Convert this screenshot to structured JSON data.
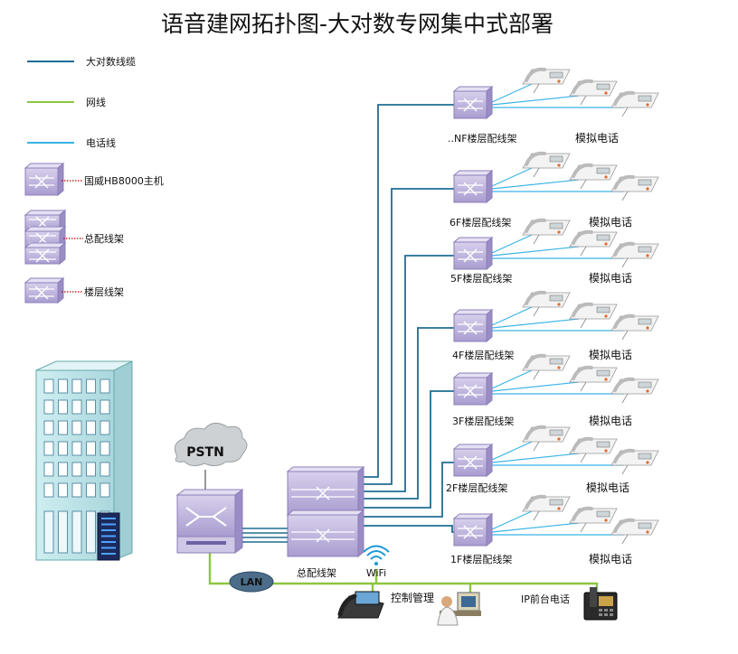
{
  "title": "语音建网拓扑图-大对数专网集中式部署",
  "legend": [
    {
      "kind": "line",
      "label": "大对数线缆",
      "color": "#1f6d93"
    },
    {
      "kind": "line",
      "label": "网线",
      "color": "#8cc63f"
    },
    {
      "kind": "line",
      "label": "电话线",
      "color": "#39b4e6"
    },
    {
      "kind": "device",
      "label": "国威HB8000主机"
    },
    {
      "kind": "device",
      "label": "总配线架"
    },
    {
      "kind": "device",
      "label": "楼层线架"
    }
  ],
  "floors": [
    {
      "frame_label": "..NF楼层配线架",
      "phone_label": "模拟电话"
    },
    {
      "frame_label": "6F楼层配线架",
      "phone_label": "模拟电话"
    },
    {
      "frame_label": "5F楼层配线架",
      "phone_label": "模拟电话"
    },
    {
      "frame_label": "4F楼层配线架",
      "phone_label": "模拟电话"
    },
    {
      "frame_label": "3F楼层配线架",
      "phone_label": "模拟电话"
    },
    {
      "frame_label": "2F楼层配线架",
      "phone_label": "模拟电话"
    },
    {
      "frame_label": "1F楼层配线架",
      "phone_label": "模拟电话"
    }
  ],
  "devices": {
    "pstn": "PSTN",
    "lan": "LAN",
    "wifi": "WiFi",
    "main_frame_label": "总配线架",
    "control_label": "控制管理",
    "ip_phone_label": "IP前台电话"
  },
  "colors": {
    "trunk": "#1f6d93",
    "network": "#8cc63f",
    "phone_line": "#39b4e6",
    "frame": "#b8aad6",
    "frame_dark": "#8c7fb8",
    "building": "#bfe3e7",
    "leader": "#c00000"
  }
}
